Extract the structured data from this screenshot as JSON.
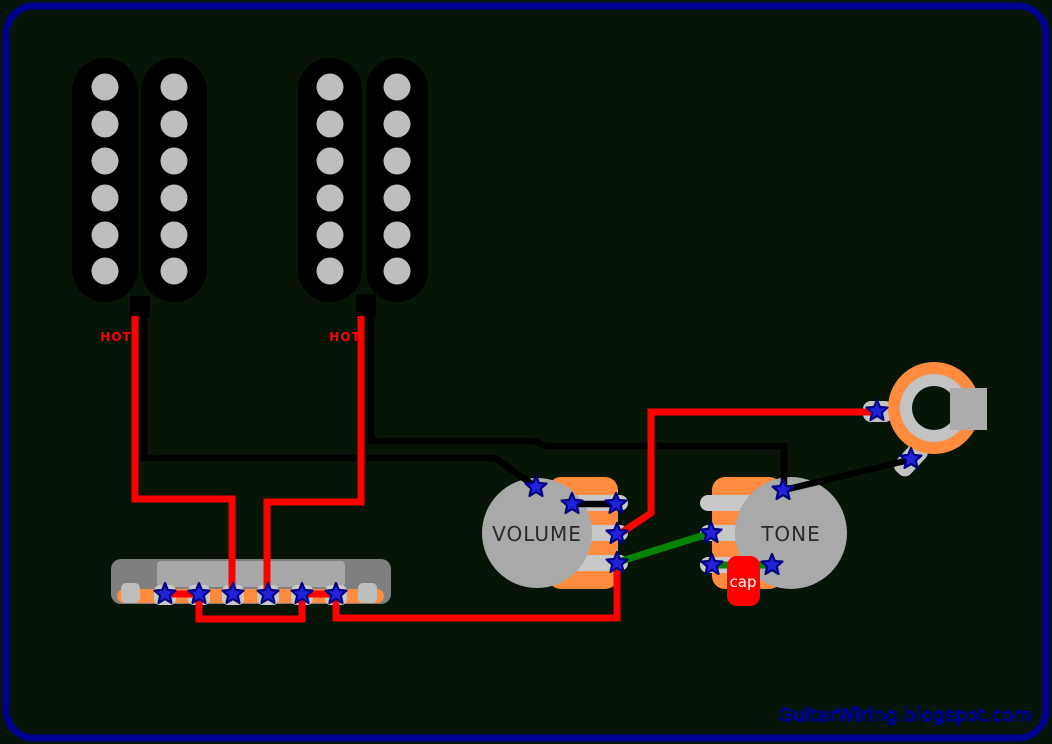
{
  "page": {
    "watermark": "GuitarWiring.blogspot.com"
  },
  "labels": {
    "volume_pot": "VOLUME",
    "tone_pot": "TONE",
    "capacitor": "cap",
    "pickup1_hot": "HOT",
    "pickup2_hot": "HOT"
  },
  "components": {
    "pickup_1": {
      "type": "humbucker",
      "coils": 2,
      "poles_per_coil": 6,
      "hot_label": "HOT"
    },
    "pickup_2": {
      "type": "humbucker",
      "coils": 2,
      "poles_per_coil": 6,
      "hot_label": "HOT"
    },
    "selector_switch": {
      "lugs": 6,
      "mounting_tabs": 2
    },
    "volume_pot": {
      "label": "VOLUME",
      "lugs": 3
    },
    "tone_pot": {
      "label": "TONE",
      "lugs": 3
    },
    "capacitor": {
      "label": "cap"
    },
    "output_jack": {
      "lugs": [
        "tip",
        "sleeve"
      ]
    }
  },
  "wires": [
    {
      "color": "red",
      "from": "pickup-1-hot",
      "to": "switch-lug-3"
    },
    {
      "color": "red",
      "from": "pickup-2-hot",
      "to": "switch-lug-4"
    },
    {
      "color": "red",
      "from": "switch-lug-1",
      "to": "switch-lug-2"
    },
    {
      "color": "red",
      "from": "switch-lug-5",
      "to": "switch-lug-6"
    },
    {
      "color": "red",
      "from": "switch-lug-2",
      "to": "switch-lug-5"
    },
    {
      "color": "red",
      "from": "switch-lug-6",
      "to": "volume-lug-3"
    },
    {
      "color": "red",
      "from": "volume-lug-2",
      "to": "jack-tip"
    },
    {
      "color": "black",
      "from": "pickup-1-ground",
      "to": "volume-casing"
    },
    {
      "color": "black",
      "from": "pickup-2-ground",
      "to": "tone-casing"
    },
    {
      "color": "black",
      "from": "volume-casing",
      "to": "volume-lug-1"
    },
    {
      "color": "black",
      "from": "tone-casing",
      "to": "jack-sleeve"
    },
    {
      "color": "green",
      "from": "volume-lug-3",
      "to": "tone-lug-2"
    },
    {
      "color": "green",
      "from": "tone-lug-3",
      "to": "tone-casing-via-cap"
    }
  ],
  "colors": {
    "background": "#061506",
    "border": "#000090",
    "wire_red": "#ff0000",
    "wire_black": "#000000",
    "wire_green": "#068206",
    "component_orange": "#ff8b3e",
    "pot_body_gray": "#a9a9a9",
    "lug_gray": "#c8c8c8",
    "switch_body_gray": "#7f7f7f",
    "pole_gray": "#bebebe",
    "solder_blue": "#2222dd",
    "cap_red": "#ff0000",
    "watermark_navy": "#0000a8"
  }
}
